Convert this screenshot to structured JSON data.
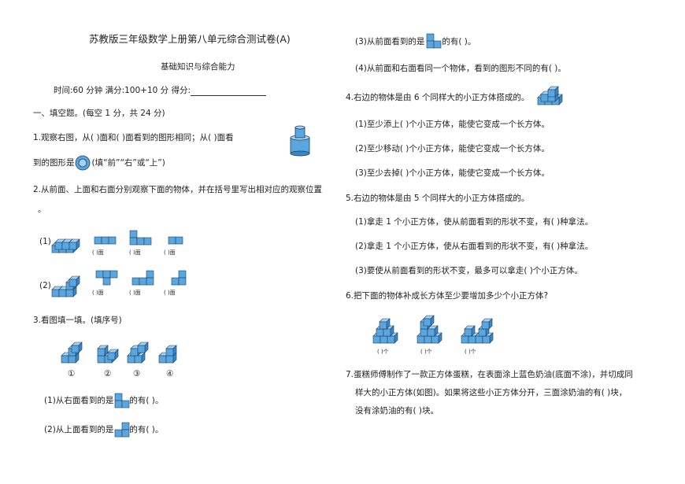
{
  "header": {
    "title": "苏教版三年级数学上册第八单元综合测试卷(A)",
    "subtitle": "基础知识与综合能力",
    "time_line": "时间:60 分钟  满分:100+10 分  得分:"
  },
  "section1": {
    "heading": "一、填空题。(每空 1 分，共 24 分)"
  },
  "q1": {
    "line1": "1.观察右图，从(    )面和(    )面看到的图形相同；从(    )面看",
    "line2_pre": "到的图形是",
    "line2_post": "(填“前”“右”或“上”)"
  },
  "q2": {
    "line1": "2.从前面、上面和右面分别观察下面的物体，并在括号里写出相对应的观察位置",
    "line2": "。",
    "row1_label": "(1)",
    "row2_label": "(2)",
    "blank_label": "(      )面"
  },
  "q3": {
    "heading": "3.看图填一填。(填序号)",
    "numbers": [
      "①",
      "②",
      "③",
      "④"
    ],
    "s1_pre": "(1)从右面看到的是",
    "s1_post": "的有(      )。",
    "s2_pre": "(2)从上面看到的是",
    "s2_post": "的有(      )。",
    "s3_pre": "(3)从前面看到的是",
    "s3_post": "的有(      )。",
    "s4": "(4)从前面和右面看同一个物体，看到的图形不同的有(       )。"
  },
  "q4": {
    "heading": "4.右边的物体是由 6 个同样大的小正方体搭成的。",
    "s1": "(1)至少添上(    )个小正方体，能使它变成一个长方体。",
    "s2": "(2)至少移动(    )个小正方体，能使它变成一个长方体。",
    "s3": "(3)至少去掉(    )个小正方体，能使它变成一个长方体。"
  },
  "q5": {
    "heading": "5.右边的物体是由 5 个同样大的小正方体搭成的。",
    "s1": "(1)拿走 1 个小正方体，使从前面看到的形状不变，有(    )种拿法。",
    "s2": "(2)拿走 1 个小正方体，使从右面看到的形状不变，有(    )种拿法。",
    "s3": "(3)要使从前面看到的形状不变，最多可以拿走(    )个小正方体。"
  },
  "q6": {
    "heading": "6.把下面的物体补成长方体至少要增加多少个小正方体?",
    "blank_label": "(     )个"
  },
  "q7": {
    "line1": "7.蛋糕师傅制作了一款正方体蛋糕，在表面涂上蓝色奶油(底面不涂)，并切成同",
    "line2": "样大的小正方体(如图)。如果将这些小正方体分开，三面涂奶油的有(    )块，",
    "line3": "没有涂奶油的有(    )块。"
  },
  "colors": {
    "cube_fill": "#5aa7e0",
    "cube_top": "#a5d2f3",
    "cube_side": "#3b86c8",
    "stroke": "#1d3f63"
  }
}
